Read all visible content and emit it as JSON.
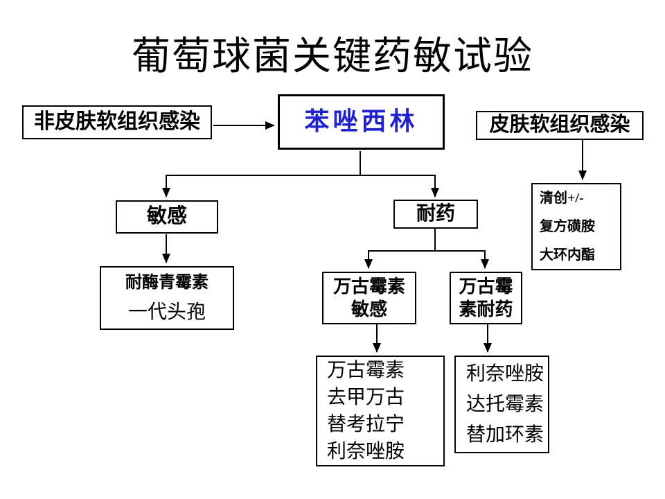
{
  "title": "葡萄球菌关键药敏试验",
  "colors": {
    "accent_blue": "#2222CC",
    "line_black": "#000000"
  },
  "nodes": {
    "non_skin": {
      "label": "非皮肤软组织感染"
    },
    "oxacillin": {
      "label": "苯唑西林"
    },
    "skin": {
      "label": "皮肤软组织感染"
    },
    "debridement": {
      "lines": [
        "清创+/-",
        "复方磺胺",
        "大环内酯"
      ]
    },
    "sensitive": {
      "label": "敏感"
    },
    "resistant": {
      "label": "耐药"
    },
    "penicillinase_stable": {
      "lines": [
        "耐酶青霉素",
        "一代头孢"
      ]
    },
    "vancomycin_sensitive": {
      "lines": [
        "万古霉素",
        "敏感"
      ]
    },
    "vancomycin_resistant": {
      "lines": [
        "万古霉",
        "素耐药"
      ]
    },
    "vancomycin_sensitive_drugs": {
      "lines": [
        "万古霉素",
        "去甲万古",
        "替考拉宁",
        "利奈唑胺"
      ]
    },
    "vancomycin_resistant_drugs": {
      "lines": [
        "利奈唑胺",
        "达托霉素",
        "替加环素"
      ]
    }
  }
}
